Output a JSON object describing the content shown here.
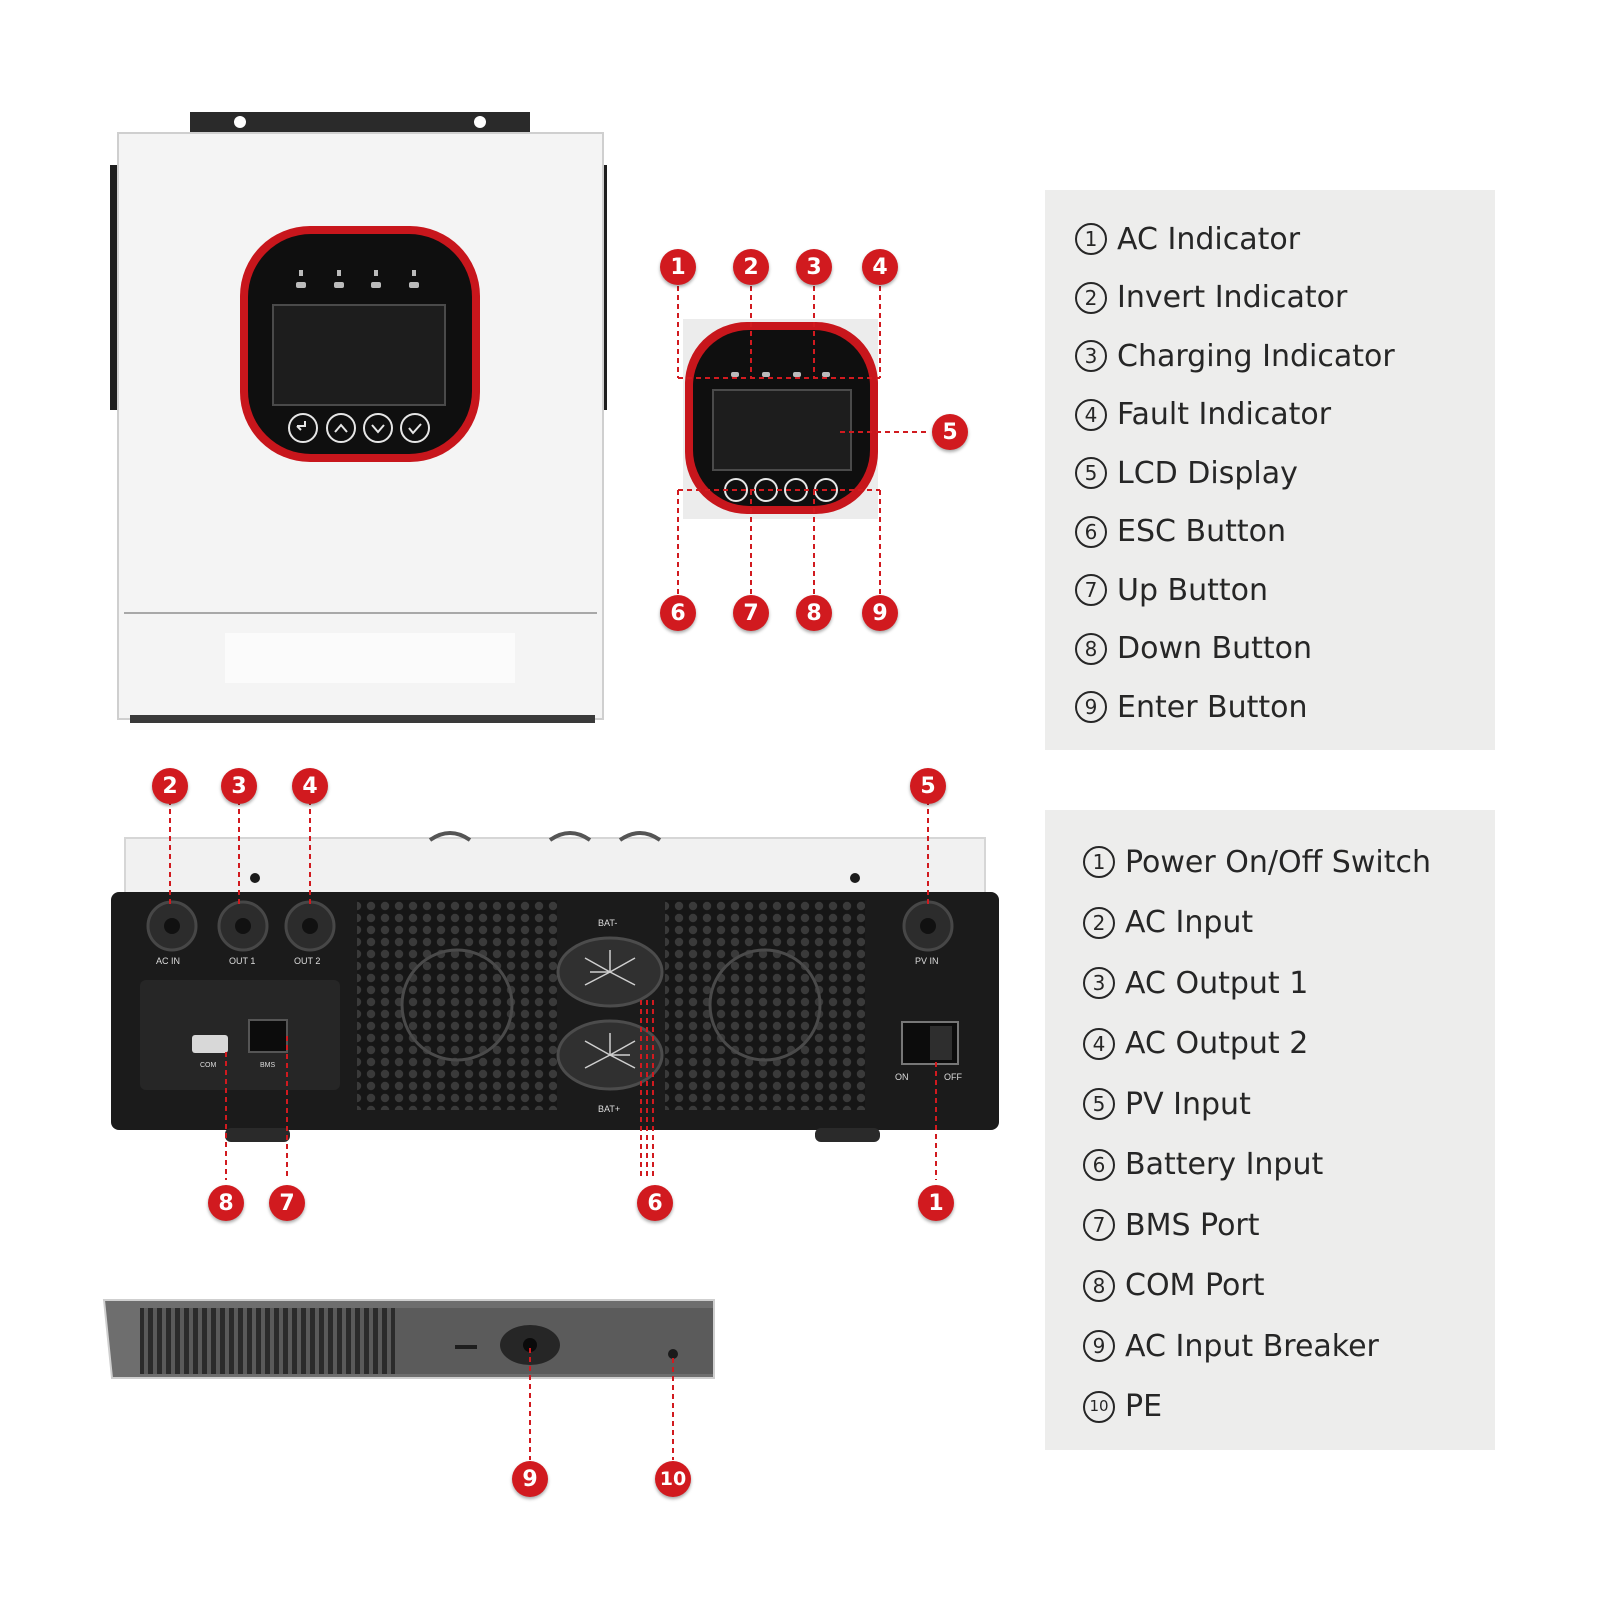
{
  "panels": {
    "front": {
      "items": [
        {
          "num": "1",
          "label": "AC Indicator"
        },
        {
          "num": "2",
          "label": "Invert Indicator"
        },
        {
          "num": "3",
          "label": "Charging Indicator"
        },
        {
          "num": "4",
          "label": "Fault Indicator"
        },
        {
          "num": "5",
          "label": "LCD Display"
        },
        {
          "num": "6",
          "label": "ESC Button"
        },
        {
          "num": "7",
          "label": "Up Button"
        },
        {
          "num": "8",
          "label": "Down Button"
        },
        {
          "num": "9",
          "label": "Enter Button"
        }
      ]
    },
    "rear": {
      "items": [
        {
          "num": "1",
          "label": "Power On/Off Switch"
        },
        {
          "num": "2",
          "label": "AC Input"
        },
        {
          "num": "3",
          "label": "AC Output 1"
        },
        {
          "num": "4",
          "label": "AC Output 2"
        },
        {
          "num": "5",
          "label": "PV Input"
        },
        {
          "num": "6",
          "label": "Battery Input"
        },
        {
          "num": "7",
          "label": "BMS Port"
        },
        {
          "num": "8",
          "label": "COM Port"
        },
        {
          "num": "9",
          "label": "AC Input Breaker"
        },
        {
          "num": "10",
          "label": "PE"
        }
      ]
    }
  },
  "device_labels": {
    "ac_in": "AC IN",
    "out1": "OUT 1",
    "out2": "OUT 2",
    "pv_in": "PV IN",
    "bat_minus": "BAT-",
    "bat_plus": "BAT+",
    "com": "COM",
    "bms": "BMS",
    "on": "ON",
    "off": "OFF"
  },
  "callouts": {
    "front": [
      "1",
      "2",
      "3",
      "4",
      "5",
      "6",
      "7",
      "8",
      "9"
    ],
    "rear": [
      "2",
      "3",
      "4",
      "5",
      "8",
      "7",
      "6",
      "1"
    ],
    "bottom": [
      "9",
      "10"
    ]
  },
  "colors": {
    "badge": "#d11a1f",
    "panel_bg": "#ededec",
    "bezel_red": "#c8161c",
    "housing_dark": "#1b1b1b"
  }
}
